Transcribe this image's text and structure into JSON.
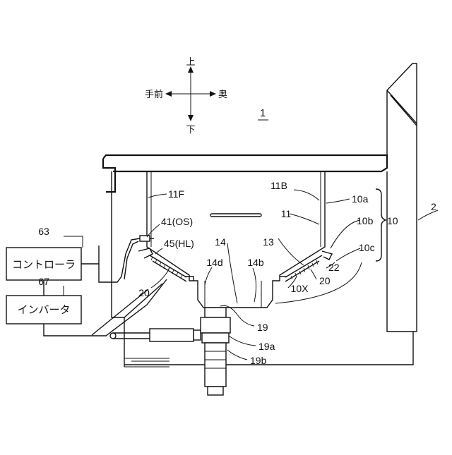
{
  "directions": {
    "up": "上",
    "down": "下",
    "front": "手前",
    "back": "奥"
  },
  "figure_number": "1",
  "labels": {
    "l2": "2",
    "l10": "10",
    "l10a": "10a",
    "l10b": "10b",
    "l10c": "10c",
    "l10x": "10X",
    "l11": "11",
    "l11b": "11B",
    "l11f": "11F",
    "l13": "13",
    "l14": "14",
    "l14b": "14b",
    "l14d": "14d",
    "l19": "19",
    "l19a": "19a",
    "l19b": "19b",
    "l20_left": "20",
    "l20_right": "20",
    "l22": "22",
    "l41": "41(OS)",
    "l45": "45(HL)",
    "l63": "63",
    "l67": "67"
  },
  "boxes": {
    "controller": "コントローラ",
    "inverter": "インバータ"
  }
}
